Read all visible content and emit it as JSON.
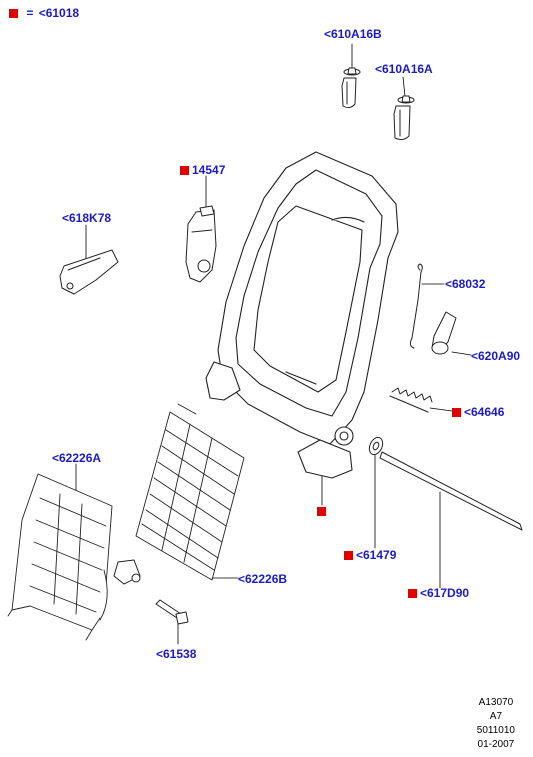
{
  "legend": {
    "marker": "square-red-marker",
    "eq": "=",
    "part": "<61018"
  },
  "labels": {
    "l610A16B": "<610A16B",
    "l610A16A": "<610A16A",
    "l14547": "14547",
    "l618K78": "<618K78",
    "l68032": "<68032",
    "l620A90": "<620A90",
    "l64646": "<64646",
    "l62226A": "<62226A",
    "l62226B": "<62226B",
    "l61479": "<61479",
    "l617D90": "<617D90",
    "l61538": "<61538"
  },
  "reference": {
    "line1": "A13070",
    "line2": "A7",
    "line3": "5011010",
    "line4": "01-2007"
  },
  "colors": {
    "label": "#1a1acc",
    "marker": "#e00000",
    "line": "#000000"
  }
}
